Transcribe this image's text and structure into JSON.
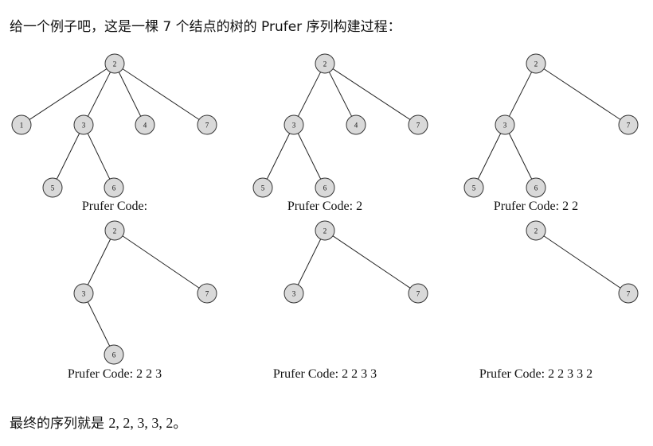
{
  "intro_text": "给一个例子吧，这是一棵 7 个结点的树的 Prufer 序列构建过程：",
  "final_prefix": "最终的序列就是",
  "final_sequence": "2, 2, 3, 3, 2",
  "final_suffix": "。",
  "steps": [
    {
      "code_label": "Prufer Code:",
      "nodes": [
        "2",
        "1",
        "3",
        "4",
        "7",
        "5",
        "6"
      ],
      "edges": [
        [
          "2",
          "1"
        ],
        [
          "2",
          "3"
        ],
        [
          "2",
          "4"
        ],
        [
          "2",
          "7"
        ],
        [
          "3",
          "5"
        ],
        [
          "3",
          "6"
        ]
      ]
    },
    {
      "code_label": "Prufer Code: 2",
      "nodes": [
        "2",
        "3",
        "4",
        "7",
        "5",
        "6"
      ],
      "edges": [
        [
          "2",
          "3"
        ],
        [
          "2",
          "4"
        ],
        [
          "2",
          "7"
        ],
        [
          "3",
          "5"
        ],
        [
          "3",
          "6"
        ]
      ]
    },
    {
      "code_label": "Prufer Code: 2 2",
      "nodes": [
        "2",
        "3",
        "7",
        "5",
        "6"
      ],
      "edges": [
        [
          "2",
          "3"
        ],
        [
          "2",
          "7"
        ],
        [
          "3",
          "5"
        ],
        [
          "3",
          "6"
        ]
      ]
    },
    {
      "code_label": "Prufer Code: 2 2 3",
      "nodes": [
        "2",
        "3",
        "7",
        "6"
      ],
      "edges": [
        [
          "2",
          "3"
        ],
        [
          "2",
          "7"
        ],
        [
          "3",
          "6"
        ]
      ]
    },
    {
      "code_label": "Prufer Code: 2 2 3 3",
      "nodes": [
        "2",
        "3",
        "7"
      ],
      "edges": [
        [
          "2",
          "3"
        ],
        [
          "2",
          "7"
        ]
      ]
    },
    {
      "code_label": "Prufer Code: 2 2 3 3 2",
      "nodes": [
        "2",
        "7"
      ],
      "edges": [
        [
          "2",
          "7"
        ]
      ]
    }
  ]
}
